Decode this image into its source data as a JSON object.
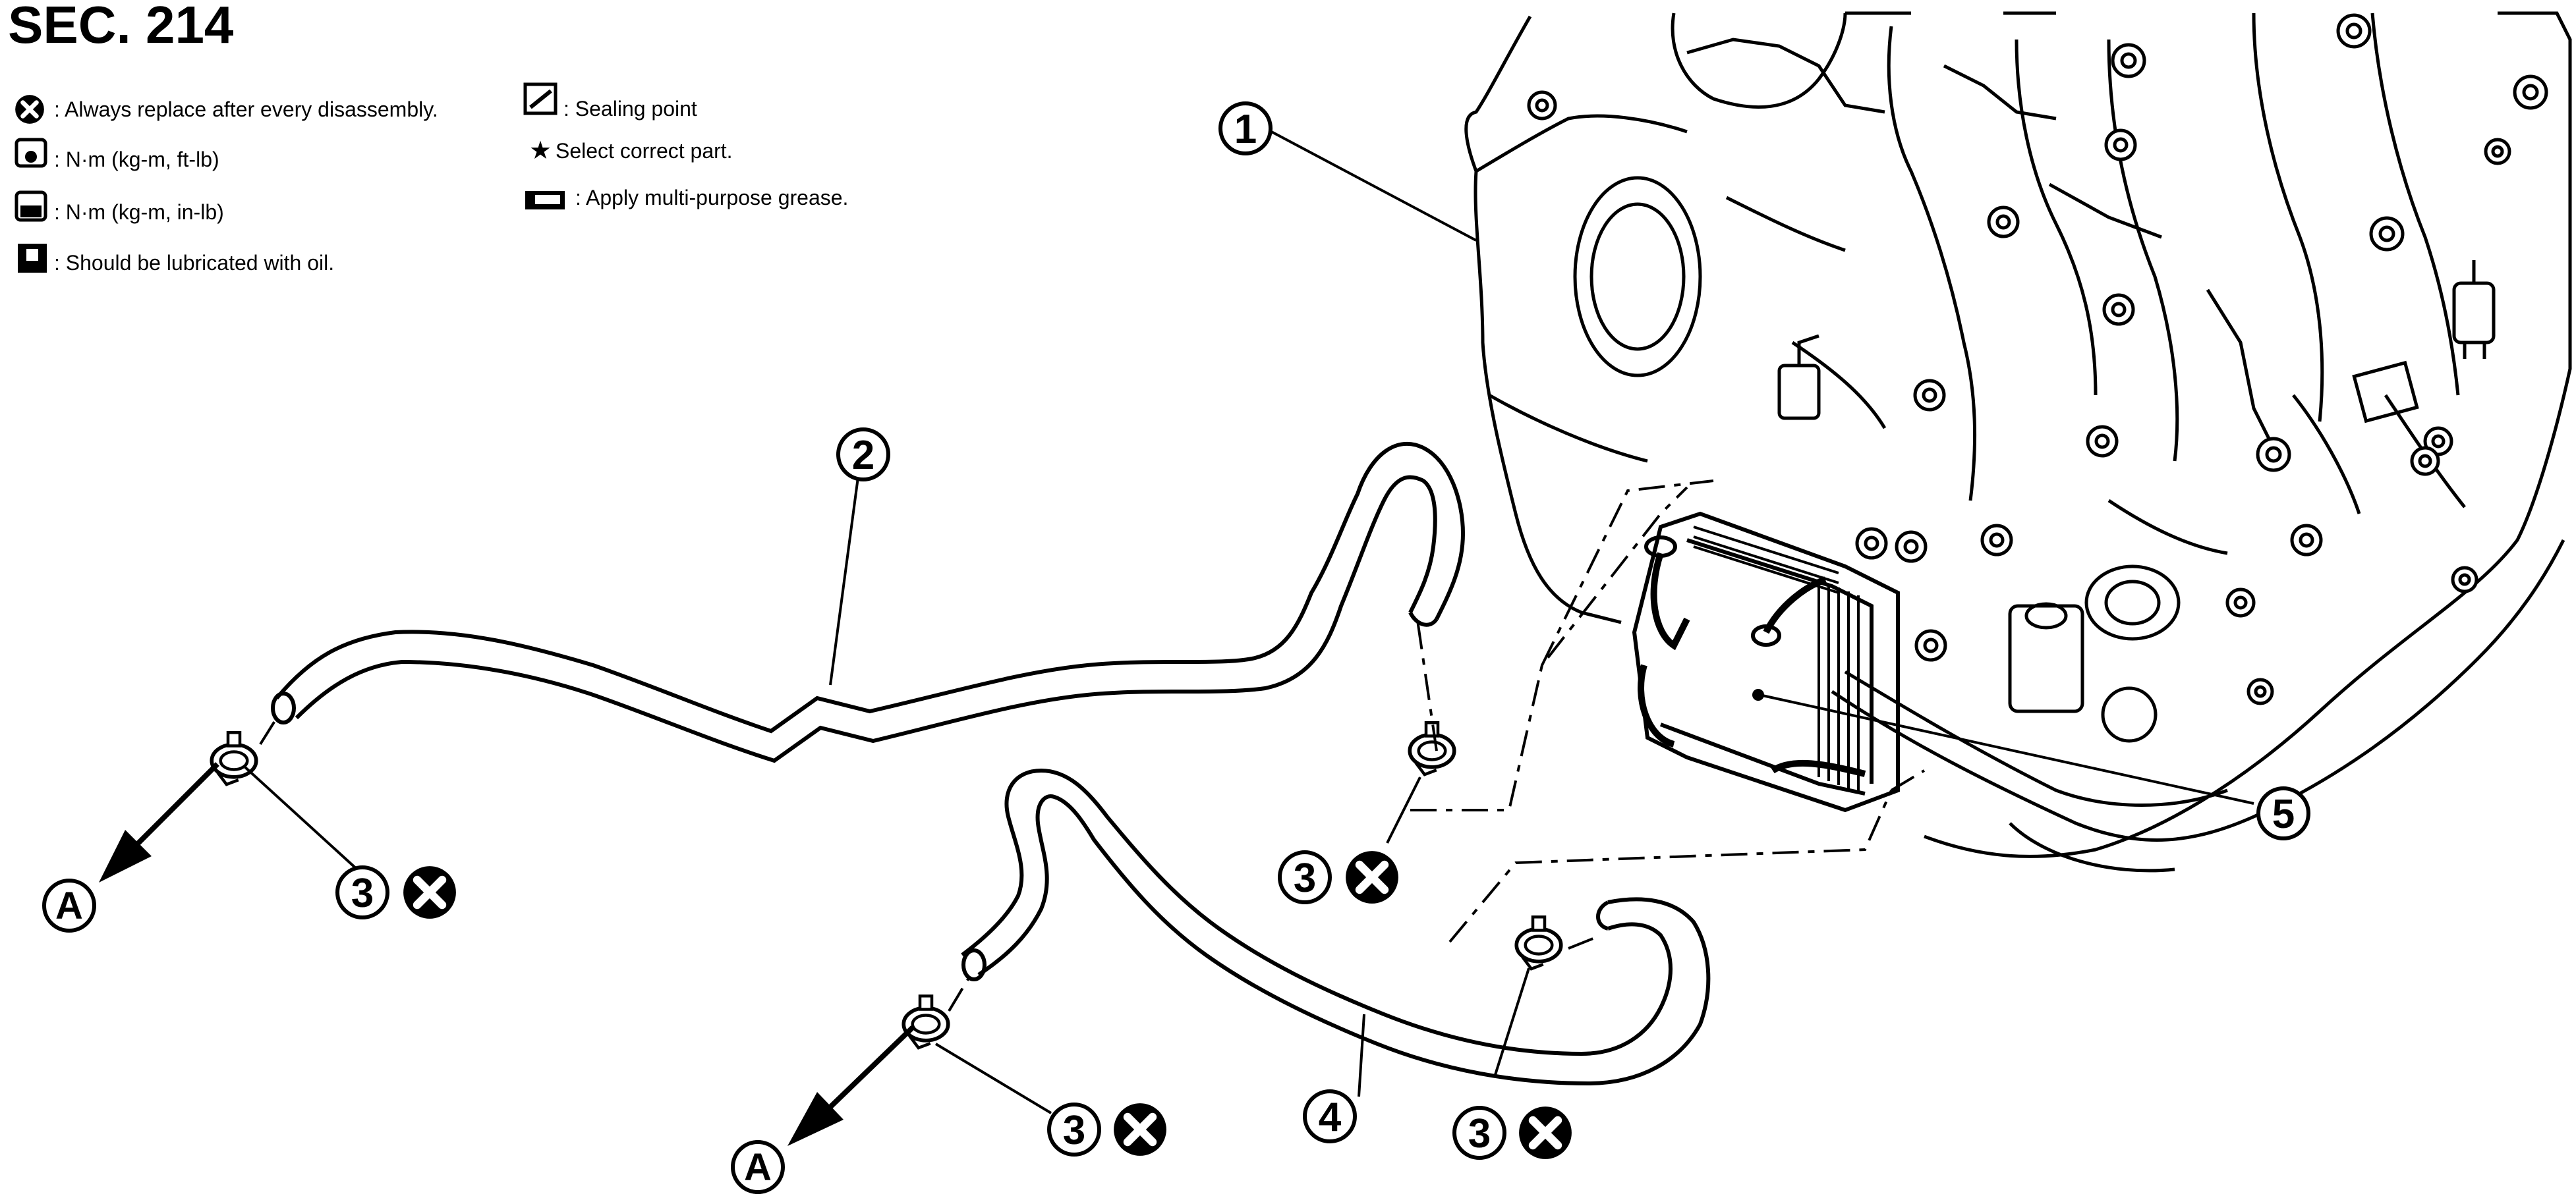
{
  "header": {
    "title": "SEC. 214"
  },
  "legend": {
    "left": [
      {
        "icon": "replace-x-icon",
        "text": ": Always replace after every disassembly."
      },
      {
        "icon": "torque-wrench-icon",
        "text": ": N·m (kg-m, ft-lb)"
      },
      {
        "icon": "torque-wrench-filled-icon",
        "text": ": N·m (kg-m, in-lb)"
      },
      {
        "icon": "oil-can-icon",
        "text": ": Should be lubricated with oil."
      }
    ],
    "right": [
      {
        "icon": "sealing-point-icon",
        "text": ": Sealing point"
      },
      {
        "icon": "star-icon",
        "text": "Select correct part."
      },
      {
        "icon": "grease-icon",
        "text": ": Apply multi-purpose grease."
      }
    ]
  },
  "callouts": {
    "c1": "1",
    "c2": "2",
    "c3a": "3",
    "c3b": "3",
    "c3c": "3",
    "c3d": "3",
    "c4": "4",
    "c5": "5",
    "a1": "A",
    "a2": "A"
  }
}
